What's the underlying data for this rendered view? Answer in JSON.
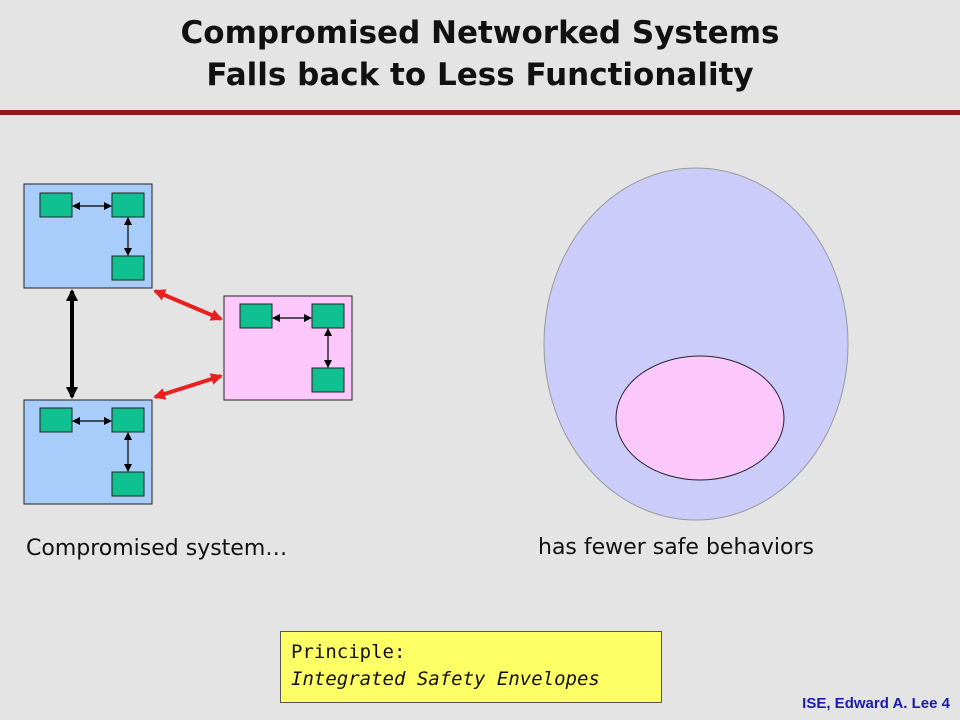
{
  "title": {
    "line1": "Compromised Networked Systems",
    "line2": "Falls back to Less Functionality"
  },
  "captions": {
    "left": "Compromised system…",
    "right": "has fewer safe behaviors"
  },
  "principle": {
    "heading": "Principle:",
    "text": "Integrated Safety Envelopes"
  },
  "footer": "ISE, Edward A. Lee  4",
  "colors": {
    "background": "#e4e4e4",
    "title_rule": "#8b1a1a",
    "system_blue": "#a8cdfa",
    "system_pink": "#fcc8fc",
    "component_green": "#10c090",
    "compromised_link": "#e82020",
    "outer_ellipse": "#ccccfa",
    "inner_ellipse": "#fcc8fc",
    "principle_box": "#ffff66",
    "footer_text": "#1a1ab0"
  }
}
